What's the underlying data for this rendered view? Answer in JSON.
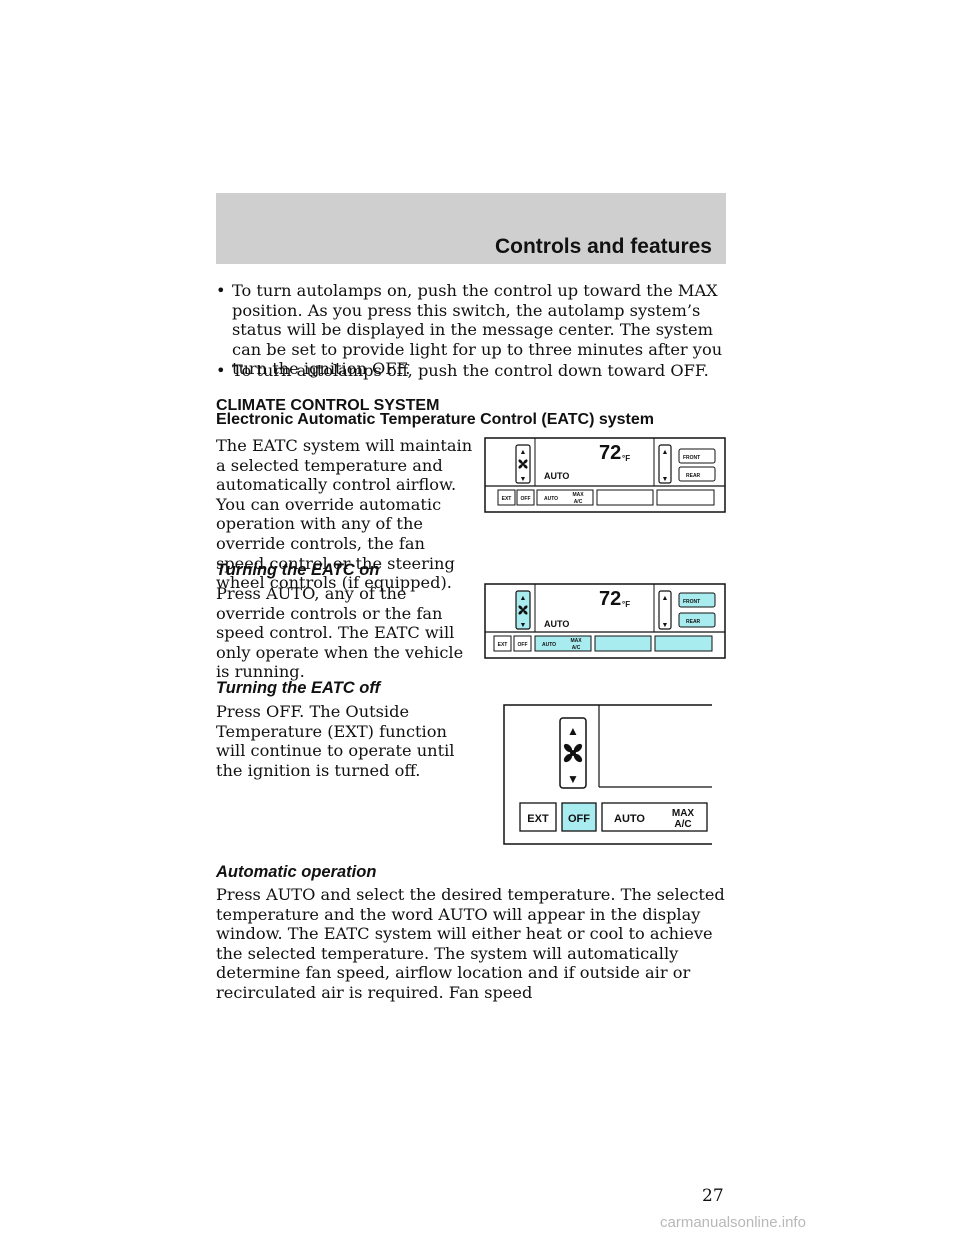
{
  "header": {
    "title": "Controls and features"
  },
  "bullets": [
    "To turn autolamps on, push the control up toward the MAX position. As you press this switch, the autolamp system’s status will be displayed in the message center. The system can be set to provide light for up to three minutes after you turn the ignition OFF.",
    "To turn autolamps off, push the control down toward OFF."
  ],
  "bullet_symbol": "•",
  "heading_main": "CLIMATE CONTROL SYSTEM",
  "heading_eatc": "Electronic Automatic Temperature Control (EATC) system",
  "para_eatc": "The EATC system will maintain a selected temperature and automatically control airflow. You can override automatic operation with any of the override controls, the fan speed control or the steering wheel controls (if equipped).",
  "heading_on": "Turning the EATC on",
  "para_on": "Press AUTO, any of the override controls or the fan speed control. The EATC will only operate when the vehicle is running.",
  "heading_off": "Turning the EATC off",
  "para_off": "Press OFF. The Outside Temperature (EXT) function will continue to operate until the ignition is turned off.",
  "heading_auto": "Automatic operation",
  "para_auto": "Press AUTO and select the desired temperature. The selected temperature and the word AUTO will appear in the display window. The EATC system will either heat or cool to achieve the selected temperature. The system will automatically determine fan speed, airflow location and if outside air or recirculated air is required. Fan speed",
  "panel": {
    "display_temp": "72",
    "degree_unit": "°F",
    "auto": "AUTO",
    "front": "FRONT",
    "rear": "REAR",
    "ext": "EXT",
    "off": "OFF",
    "max": "MAX",
    "ac": "A/C",
    "up_arrow": "▲",
    "down_arrow": "▼",
    "highlight_color": "#a8ecf0"
  },
  "page_number": "27",
  "watermark": "carmanualsonline.info"
}
